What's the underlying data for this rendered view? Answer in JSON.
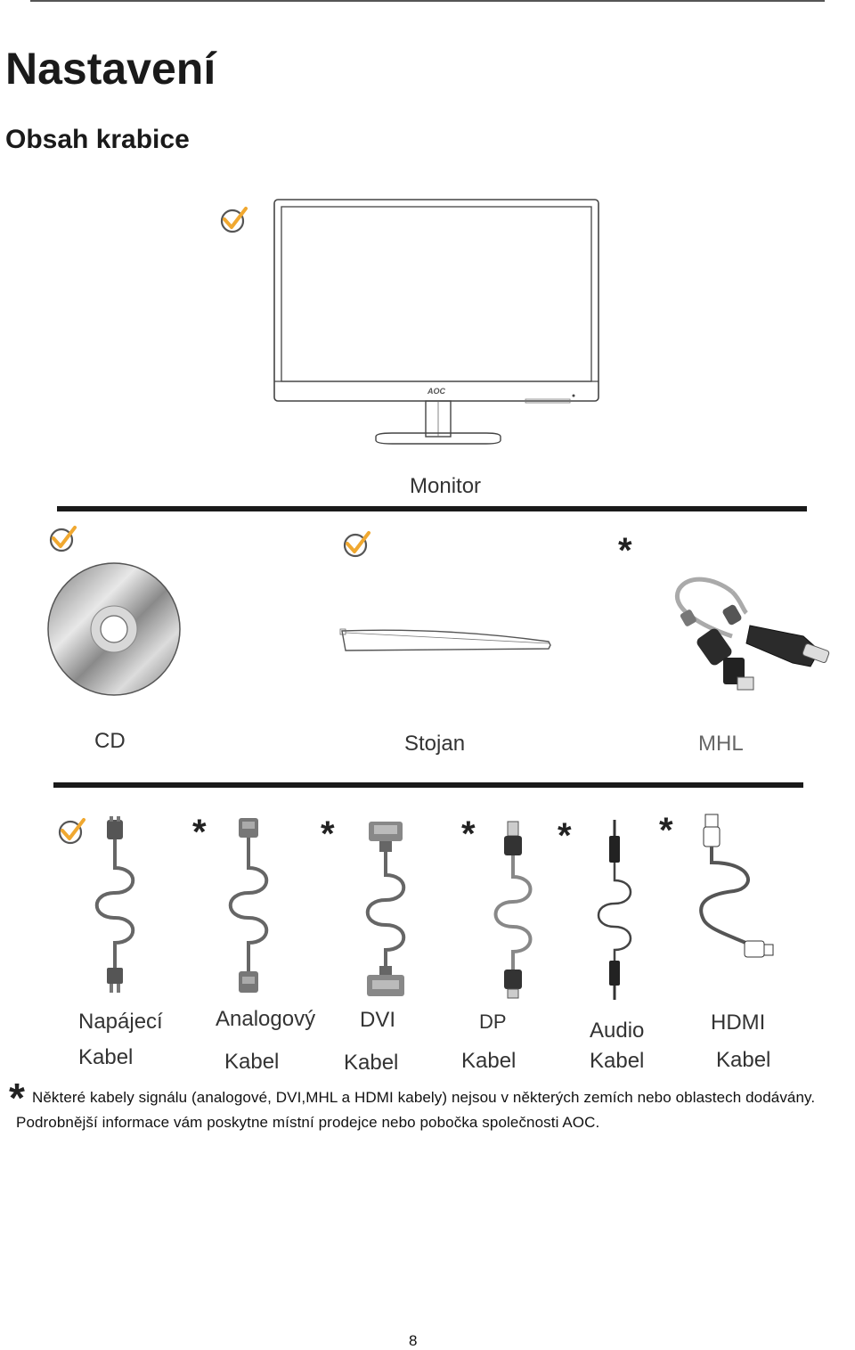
{
  "page": {
    "title": "Nastavení",
    "subtitle": "Obsah krabice",
    "page_number": "8"
  },
  "items": {
    "monitor": {
      "label": "Monitor",
      "included": true
    },
    "cd": {
      "label": "CD",
      "included": true
    },
    "stand": {
      "label": "Stojan",
      "included": true
    },
    "mhl": {
      "label": "MHL",
      "marker": "*"
    }
  },
  "monitor_logo": "AOC",
  "cables": [
    {
      "line1": "Napájecí",
      "line2": "Kabel",
      "included": true
    },
    {
      "line1": "Analogový",
      "line2": "Kabel",
      "marker": "*"
    },
    {
      "line1": "DVI",
      "line2": "Kabel",
      "marker": "*"
    },
    {
      "line1": "DP",
      "line2": "Kabel",
      "marker": "*"
    },
    {
      "line1": "Audio",
      "line2": "Kabel",
      "marker": "*"
    },
    {
      "line1": "HDMI",
      "line2": "Kabel",
      "marker": "*"
    }
  ],
  "footnote": {
    "marker": "*",
    "line1": "Některé kabely signálu (analogové, DVI,MHL a HDMI kabely) nejsou v některých zemích nebo oblastech dodávány.",
    "line2": "Podrobnější informace vám poskytne místní prodejce nebo pobočka společnosti AOC."
  },
  "colors": {
    "checkmark": "#f0a830",
    "rule": "#1a1a1a",
    "outline": "#555555"
  },
  "icons": [
    "checkmark-icon",
    "monitor-illustration",
    "cd-illustration",
    "stand-illustration",
    "mhl-cable-illustration",
    "power-cable-illustration",
    "vga-cable-illustration",
    "dvi-cable-illustration",
    "dp-cable-illustration",
    "audio-cable-illustration",
    "hdmi-cable-illustration"
  ]
}
